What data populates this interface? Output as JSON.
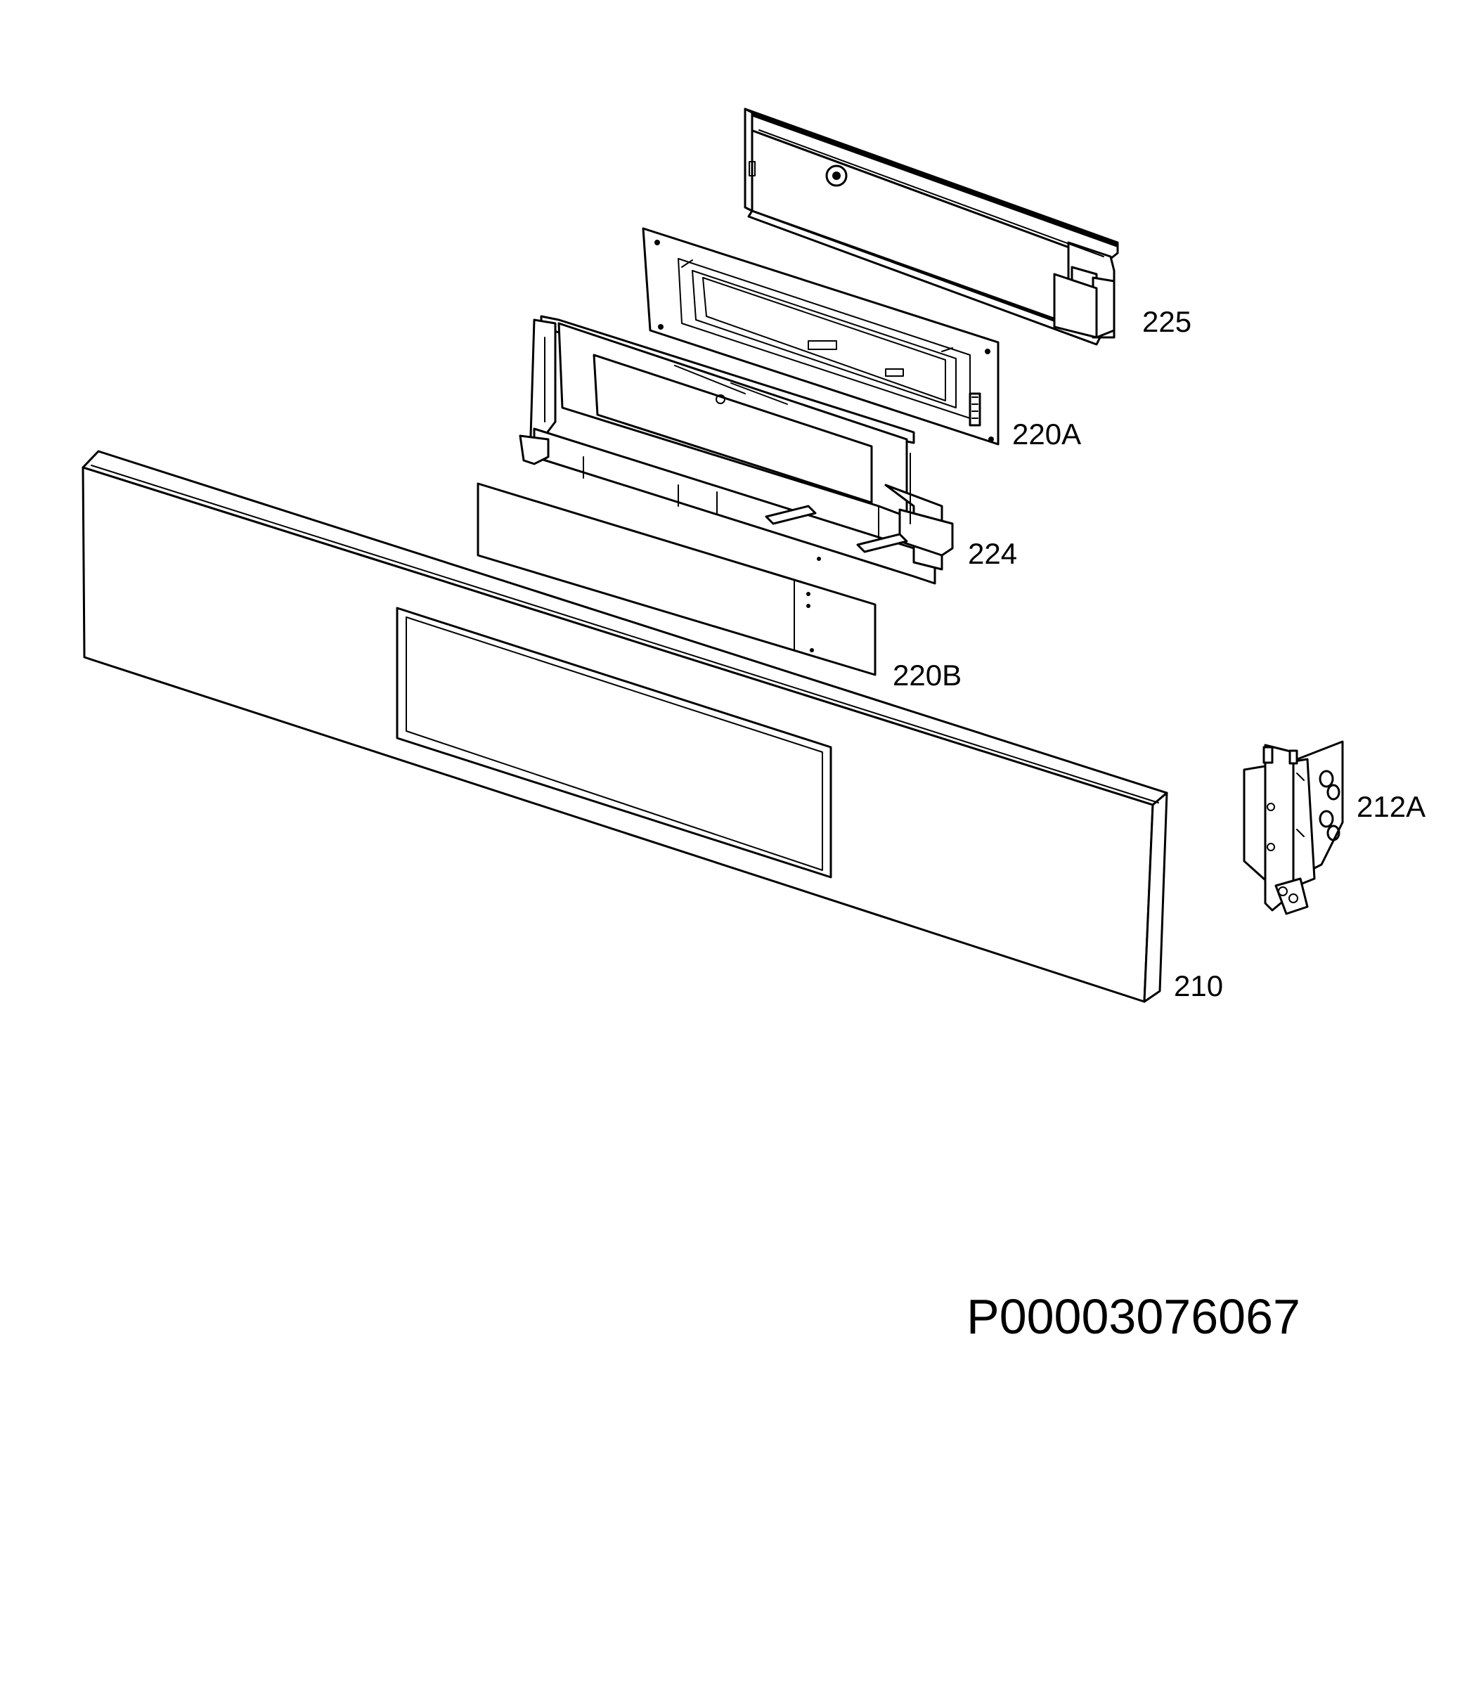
{
  "labels": {
    "p225": "225",
    "p220A": "220A",
    "p224": "224",
    "p220B": "220B",
    "p212A": "212A",
    "p210": "210"
  },
  "drawing_code": "P00003076067"
}
